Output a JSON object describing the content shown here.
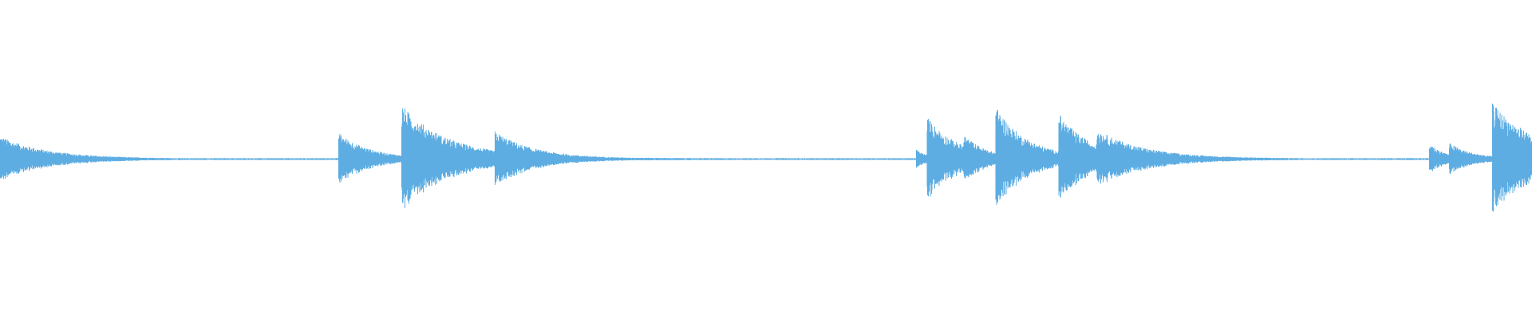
{
  "waveform": {
    "type": "audio-waveform",
    "color": "#5dade2",
    "background": "#ffffff",
    "duration_fraction": 1.0,
    "onsets": [
      {
        "position": 0.0,
        "amplitude": 0.14,
        "decay": 0.03
      },
      {
        "position": 0.221,
        "amplitude": 0.16,
        "decay": 0.02
      },
      {
        "position": 0.262,
        "amplitude": 0.33,
        "decay": 0.03
      },
      {
        "position": 0.323,
        "amplitude": 0.17,
        "decay": 0.025
      },
      {
        "position": 0.598,
        "amplitude": 0.06,
        "decay": 0.008
      },
      {
        "position": 0.605,
        "amplitude": 0.26,
        "decay": 0.02
      },
      {
        "position": 0.629,
        "amplitude": 0.15,
        "decay": 0.015
      },
      {
        "position": 0.65,
        "amplitude": 0.32,
        "decay": 0.02
      },
      {
        "position": 0.678,
        "amplitude": 0.09,
        "decay": 0.01
      },
      {
        "position": 0.691,
        "amplitude": 0.28,
        "decay": 0.02
      },
      {
        "position": 0.716,
        "amplitude": 0.18,
        "decay": 0.03
      },
      {
        "position": 0.933,
        "amplitude": 0.1,
        "decay": 0.01
      },
      {
        "position": 0.946,
        "amplitude": 0.1,
        "decay": 0.015
      },
      {
        "position": 0.974,
        "amplitude": 0.34,
        "decay": 0.03
      }
    ],
    "noise_floor": 0.006
  }
}
